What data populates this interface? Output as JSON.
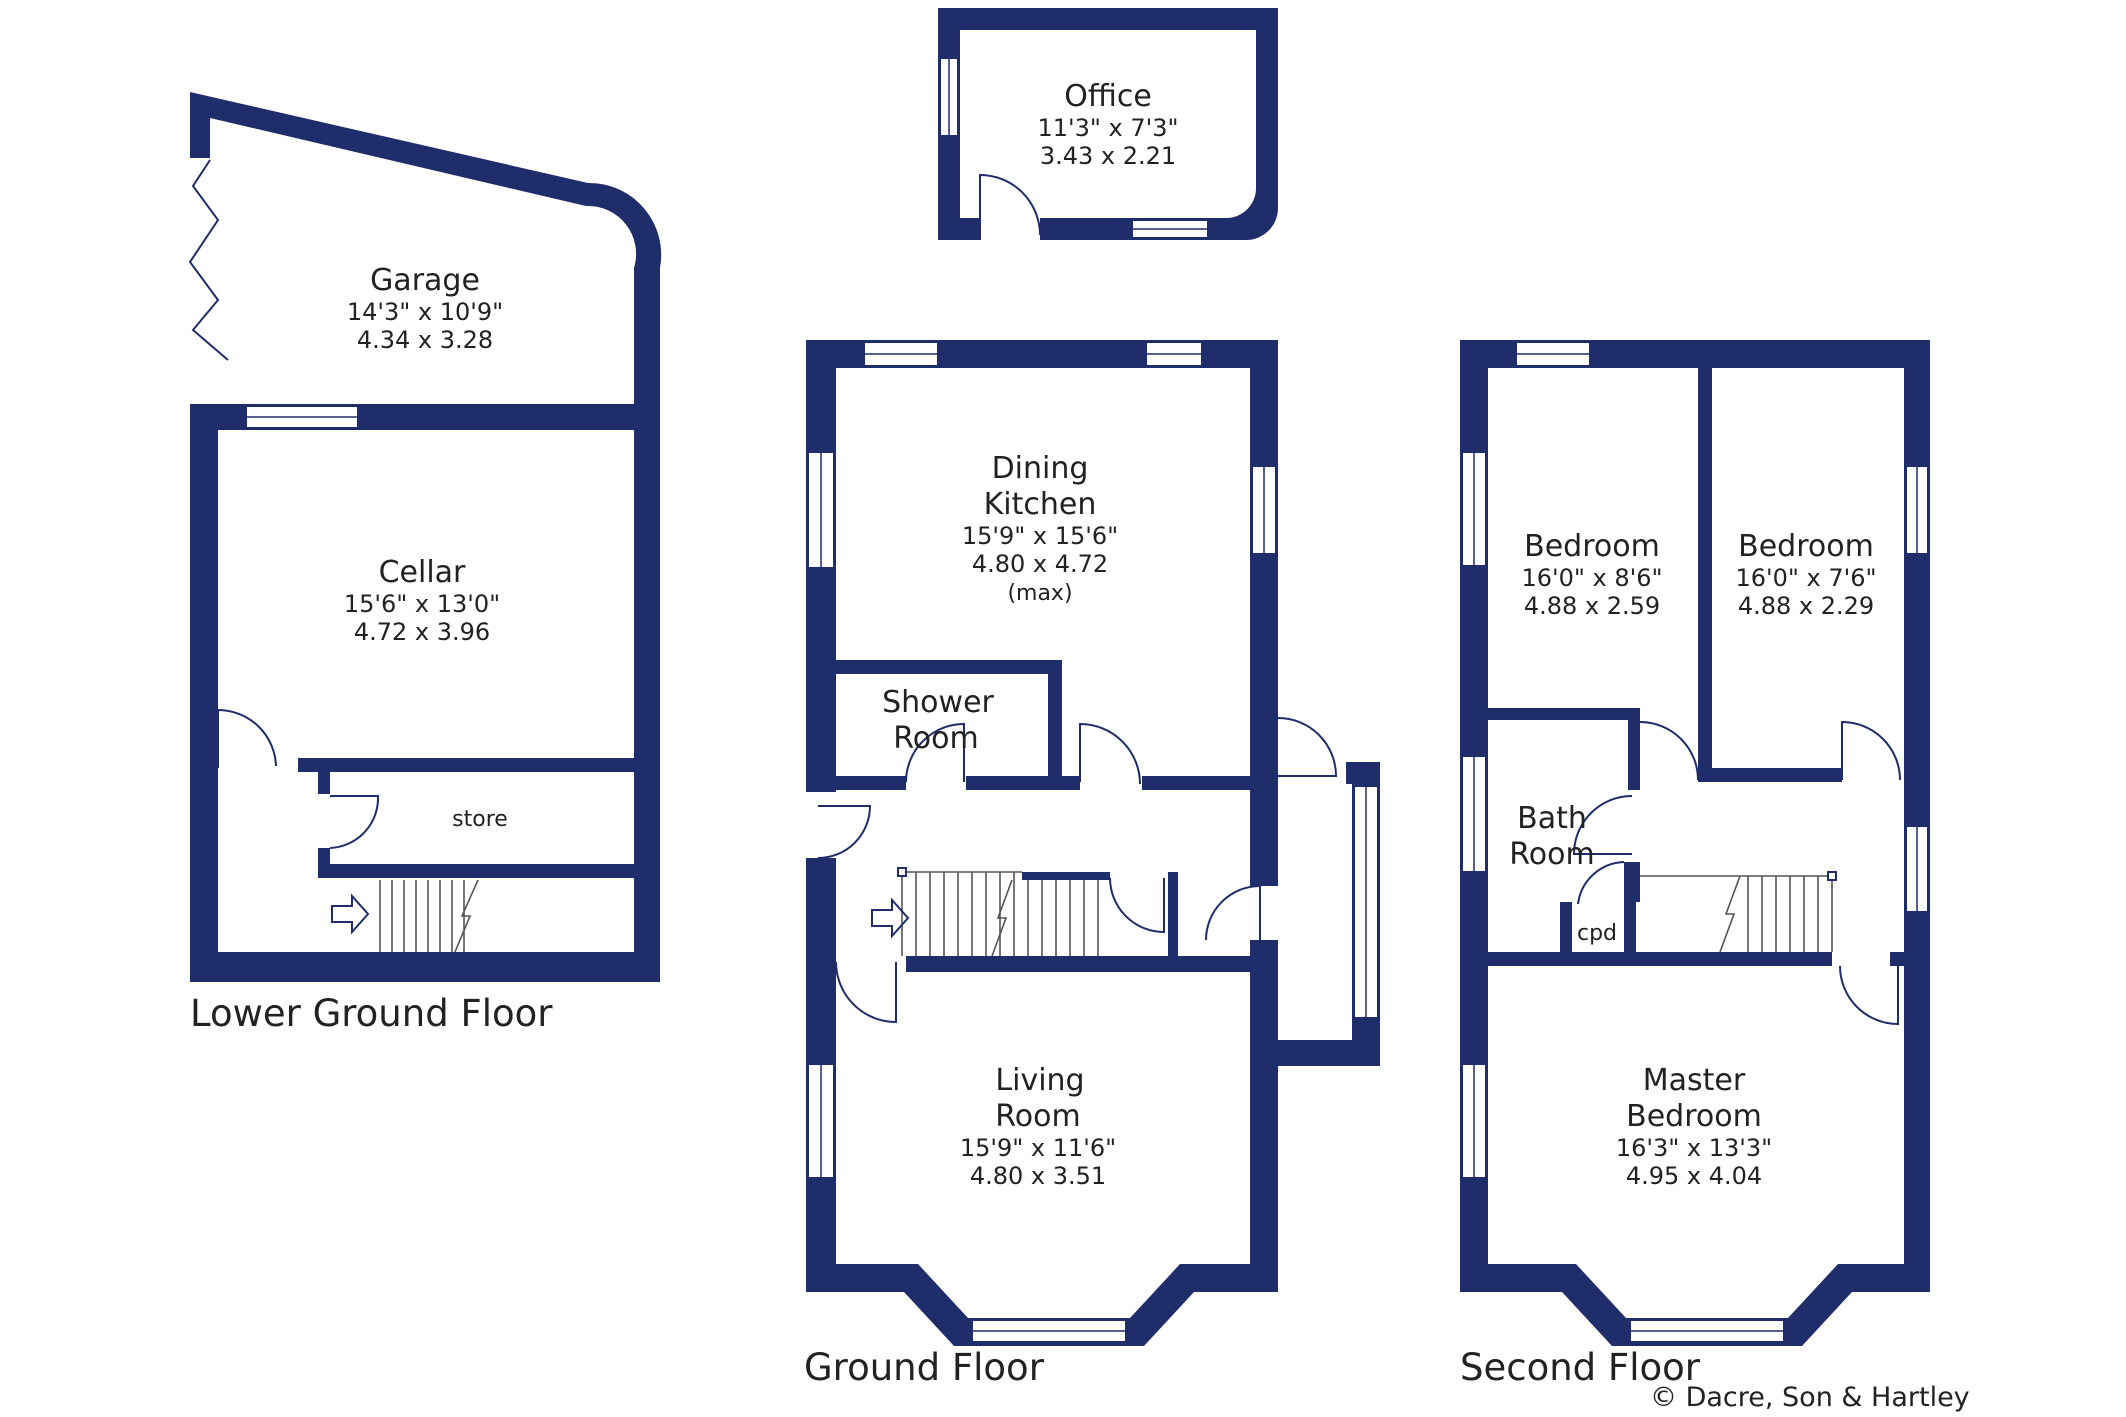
{
  "colors": {
    "wall": "#1f2d6a",
    "window": "#ffffff",
    "text": "#222222"
  },
  "floors": {
    "lower": "Lower Ground Floor",
    "ground": "Ground Floor",
    "second": "Second Floor"
  },
  "rooms": {
    "office": {
      "name": "Office",
      "imperial": "11'3\"  x  7'3\"",
      "metric": "3.43  x  2.21"
    },
    "garage": {
      "name": "Garage",
      "imperial": "14'3\"  x  10'9\"",
      "metric": "4.34  x  3.28"
    },
    "cellar": {
      "name": "Cellar",
      "imperial": "15'6\"  x  13'0\"",
      "metric": "4.72  x  3.96"
    },
    "store": {
      "name": "store"
    },
    "dining": {
      "name1": "Dining",
      "name2": "Kitchen",
      "imperial": "15'9\"  x  15'6\"",
      "metric": "4.80  x  4.72",
      "note": "(max)"
    },
    "shower": {
      "name1": "Shower",
      "name2": "Room"
    },
    "living": {
      "name1": "Living",
      "name2": "Room",
      "imperial": "15'9\"  x  11'6\"",
      "metric": "4.80  x  3.51"
    },
    "bedroom1": {
      "name": "Bedroom",
      "imperial": "16'0\"  x  8'6\"",
      "metric": "4.88  x  2.59"
    },
    "bedroom2": {
      "name": "Bedroom",
      "imperial": "16'0\"  x  7'6\"",
      "metric": "4.88  x  2.29"
    },
    "bath": {
      "name1": "Bath",
      "name2": "Room"
    },
    "cpd": {
      "name": "cpd"
    },
    "master": {
      "name1": "Master",
      "name2": "Bedroom",
      "imperial": "16'3\"  x  13'3\"",
      "metric": "4.95  x  4.04"
    }
  },
  "copyright": "© Dacre, Son & Hartley"
}
